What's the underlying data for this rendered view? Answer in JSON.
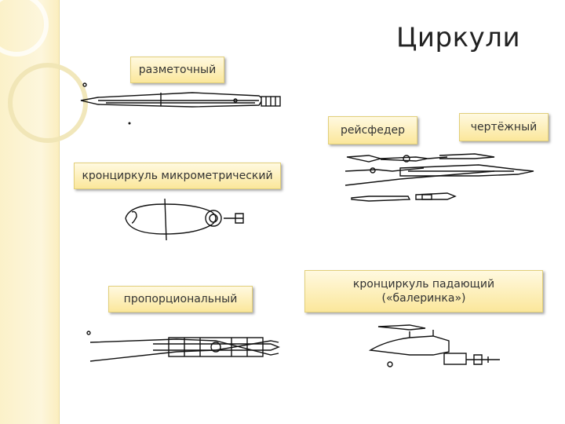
{
  "slide": {
    "title": "Циркули",
    "labels": {
      "marking": "разметочный",
      "ruling_pen": "рейсфедер",
      "drafting": "чертёжный",
      "micrometer_caliper": "кронциркуль микрометрический",
      "proportional": "пропорциональный",
      "drop_bow_line1": "кронциркуль падающий",
      "drop_bow_line2": "(«балеринка»)"
    },
    "colors": {
      "side_band": "#fbf1c9",
      "label_fill": "#fbe79b",
      "ink": "#111111"
    }
  }
}
